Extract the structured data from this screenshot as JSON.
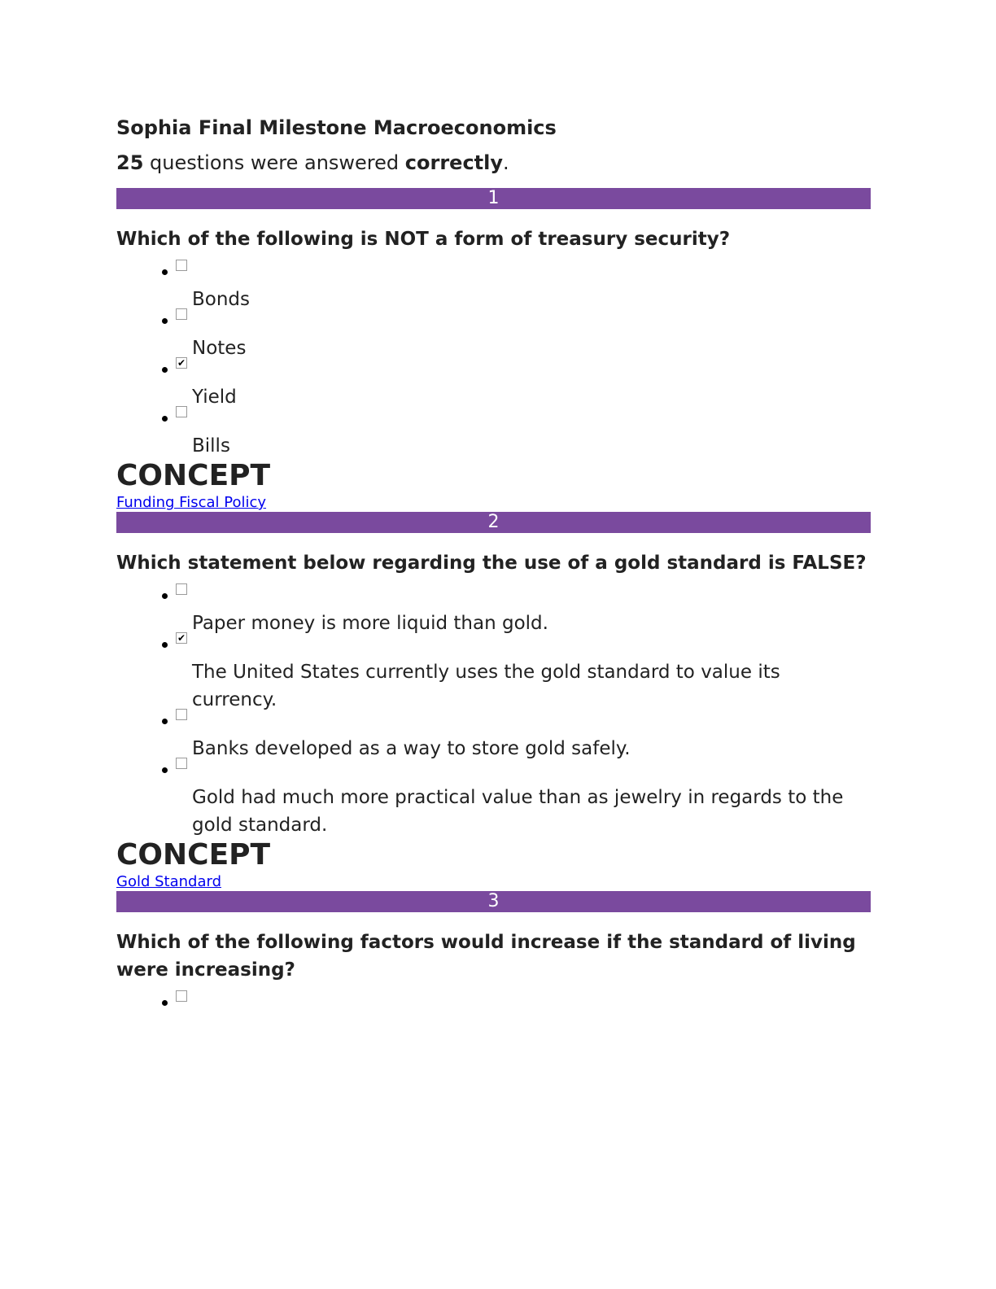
{
  "document": {
    "title": "Sophia Final Milestone Macroeconomics",
    "score": {
      "count": "25",
      "middle_text": " questions were answered ",
      "emphasis": "correctly",
      "end": "."
    }
  },
  "questions": [
    {
      "number": "1",
      "prompt": "Which of the following is NOT a form of treasury security?",
      "options": [
        {
          "text": "Bonds",
          "checked": false
        },
        {
          "text": "Notes",
          "checked": false
        },
        {
          "text": "Yield",
          "checked": true
        },
        {
          "text": "Bills",
          "checked": false
        }
      ],
      "concept_label": "CONCEPT",
      "concept_link": "Funding Fiscal Policy"
    },
    {
      "number": "2",
      "prompt": "Which statement below regarding the use of a gold standard is FALSE?",
      "options": [
        {
          "text": "Paper money is more liquid than gold.",
          "checked": false
        },
        {
          "text": "The United States currently uses the gold standard to value its currency.",
          "checked": true
        },
        {
          "text": "Banks developed as a way to store gold safely.",
          "checked": false
        },
        {
          "text": "Gold had much more practical value than as jewelry in regards to the gold standard.",
          "checked": false
        }
      ],
      "concept_label": "CONCEPT",
      "concept_link": "Gold Standard"
    },
    {
      "number": "3",
      "prompt": "Which of the following factors would increase if the standard of living were increasing?",
      "options": [
        {
          "text": "",
          "checked": false
        }
      ]
    }
  ],
  "icons": {
    "bullet": "bullet-dot",
    "checkbox_unchecked": "checkbox-empty",
    "checkbox_checked": "checkbox-checked",
    "checkmark_glyph": "✔"
  },
  "colors": {
    "question_bar": "#7a4a9e",
    "link": "#0000ee",
    "text": "#222222"
  }
}
